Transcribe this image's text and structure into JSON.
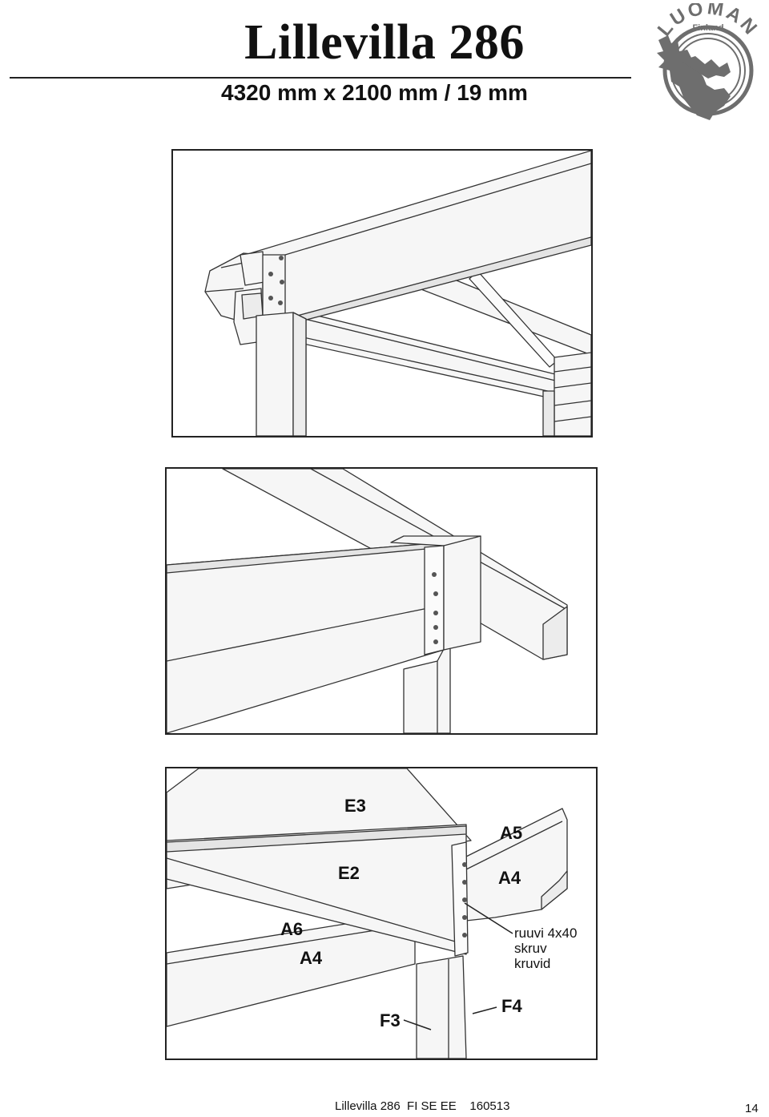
{
  "header": {
    "title": "Lillevilla 286",
    "subtitle": "4320 mm x 2100 mm / 19 mm"
  },
  "logo": {
    "brand": "LUOMAN",
    "country": "Finland",
    "icon": "moose-head-icon"
  },
  "figure3": {
    "labels": {
      "e3": "E3",
      "e2": "E2",
      "a5": "A5",
      "a4_right": "A4",
      "a6": "A6",
      "a4_left": "A4",
      "f3": "F3",
      "f4": "F4"
    },
    "screw_note": [
      "ruuvi 4x40",
      "skruv",
      "kruvid"
    ]
  },
  "footer": {
    "doc_info": "Lillevilla 286  FI SE EE    160513",
    "page_number": "14"
  },
  "colors": {
    "line": "#333333",
    "wood_fill": "#f6f6f6",
    "shadow": "#e4e4e4",
    "logo_gray": "#6e6e6e"
  }
}
